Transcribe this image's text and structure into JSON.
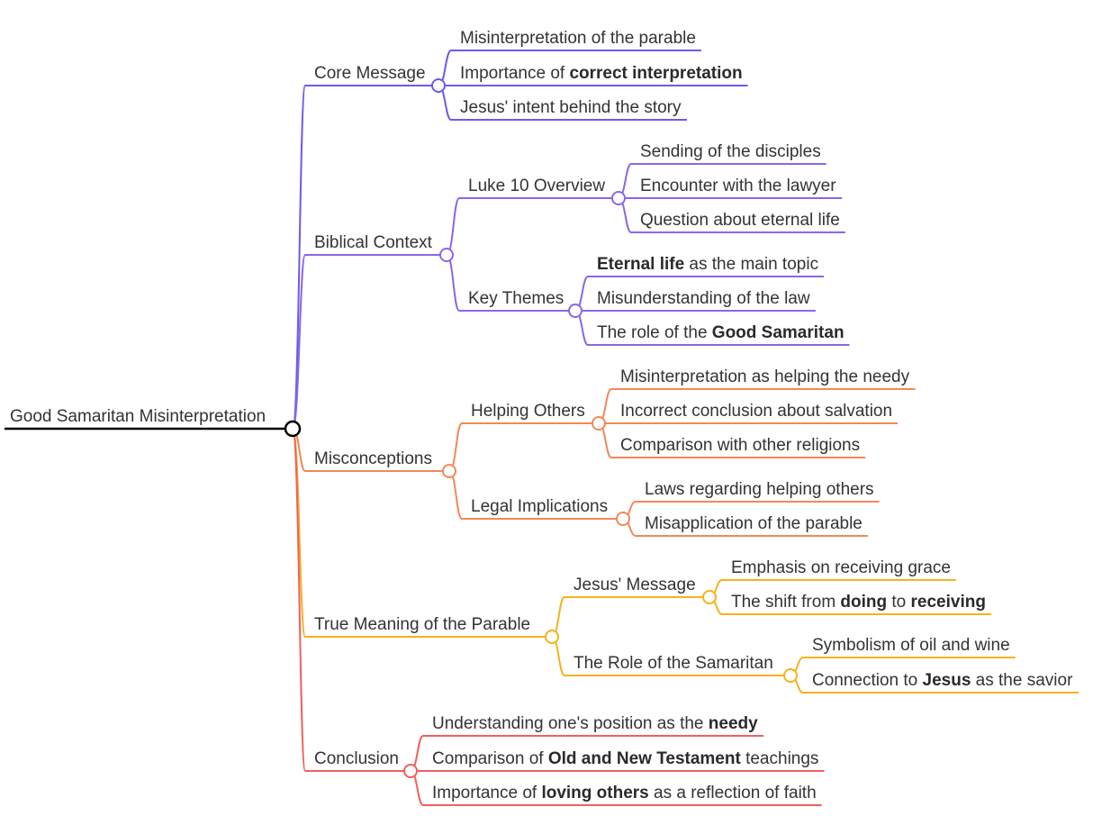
{
  "root": {
    "label": "Good Samaritan Misinterpretation",
    "color": "#000000"
  },
  "branches": [
    {
      "label": "Core Message",
      "color": "#6a5ce8",
      "children": [
        {
          "parts": [
            {
              "t": "Misinterpretation of the parable"
            }
          ]
        },
        {
          "parts": [
            {
              "t": "Importance of "
            },
            {
              "t": "correct interpretation",
              "b": true
            }
          ]
        },
        {
          "parts": [
            {
              "t": "Jesus' intent behind the story"
            }
          ]
        }
      ]
    },
    {
      "label": "Biblical Context",
      "color": "#8b66e8",
      "children": [
        {
          "parts": [
            {
              "t": "Luke 10 Overview"
            }
          ],
          "children": [
            {
              "parts": [
                {
                  "t": "Sending of the disciples"
                }
              ]
            },
            {
              "parts": [
                {
                  "t": "Encounter with the lawyer"
                }
              ]
            },
            {
              "parts": [
                {
                  "t": "Question about eternal life"
                }
              ]
            }
          ]
        },
        {
          "parts": [
            {
              "t": "Key Themes"
            }
          ],
          "children": [
            {
              "parts": [
                {
                  "t": "Eternal life",
                  "b": true
                },
                {
                  "t": " as the main topic"
                }
              ]
            },
            {
              "parts": [
                {
                  "t": "Misunderstanding of the law"
                }
              ]
            },
            {
              "parts": [
                {
                  "t": "The role of the "
                },
                {
                  "t": "Good Samaritan",
                  "b": true
                }
              ]
            }
          ]
        }
      ]
    },
    {
      "label": "Misconceptions",
      "color": "#f4875a",
      "children": [
        {
          "parts": [
            {
              "t": "Helping Others"
            }
          ],
          "children": [
            {
              "parts": [
                {
                  "t": "Misinterpretation as helping the needy"
                }
              ]
            },
            {
              "parts": [
                {
                  "t": "Incorrect conclusion about salvation"
                }
              ]
            },
            {
              "parts": [
                {
                  "t": "Comparison with other religions"
                }
              ]
            }
          ]
        },
        {
          "parts": [
            {
              "t": "Legal Implications"
            }
          ],
          "children": [
            {
              "parts": [
                {
                  "t": "Laws regarding helping others"
                }
              ]
            },
            {
              "parts": [
                {
                  "t": "Misapplication of the parable"
                }
              ]
            }
          ]
        }
      ]
    },
    {
      "label": "True Meaning of the Parable",
      "color": "#f5b21c",
      "children": [
        {
          "parts": [
            {
              "t": "Jesus' Message"
            }
          ],
          "children": [
            {
              "parts": [
                {
                  "t": "Emphasis on receiving grace"
                }
              ]
            },
            {
              "parts": [
                {
                  "t": "The shift from "
                },
                {
                  "t": "doing",
                  "b": true
                },
                {
                  "t": " to "
                },
                {
                  "t": "receiving",
                  "b": true
                }
              ]
            }
          ]
        },
        {
          "parts": [
            {
              "t": "The Role of the Samaritan"
            }
          ],
          "children": [
            {
              "parts": [
                {
                  "t": "Symbolism of oil and wine"
                }
              ]
            },
            {
              "parts": [
                {
                  "t": "Connection to "
                },
                {
                  "t": "Jesus",
                  "b": true
                },
                {
                  "t": " as the savior"
                }
              ]
            }
          ]
        }
      ]
    },
    {
      "label": "Conclusion",
      "color": "#f0605c",
      "children": [
        {
          "parts": [
            {
              "t": "Understanding one's position as the "
            },
            {
              "t": "needy",
              "b": true
            }
          ]
        },
        {
          "parts": [
            {
              "t": "Comparison of "
            },
            {
              "t": "Old and New Testament",
              "b": true
            },
            {
              "t": " teachings"
            }
          ]
        },
        {
          "parts": [
            {
              "t": "Importance of "
            },
            {
              "t": "loving others",
              "b": true
            },
            {
              "t": " as a reflection of faith"
            }
          ]
        }
      ]
    }
  ]
}
